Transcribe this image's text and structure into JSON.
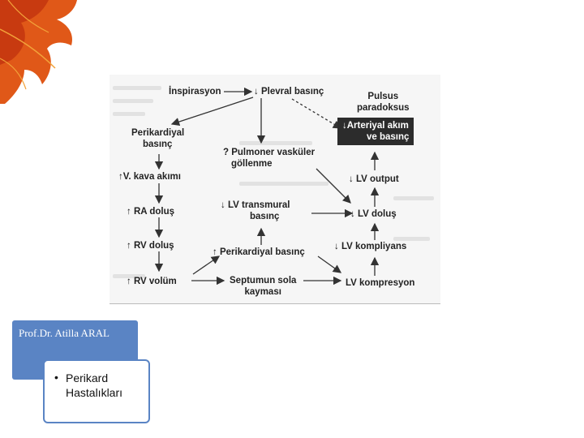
{
  "slide": {
    "author": "Prof.Dr. Atilla ARAL",
    "topic_bullet": "•",
    "topic_line1": "Perikard",
    "topic_line2": "Hastalıkları"
  },
  "diagram": {
    "inspirasyon": "İnspirasyon",
    "plevral": "Plevral basınç",
    "pulsus_1": "Pulsus",
    "pulsus_2": "paradoksus",
    "arteriyal_1": "Arteriyal akım",
    "arteriyal_2": "ve basınç",
    "perikardiyal_1": "Perikardiyal",
    "perikardiyal_2": "basınç",
    "pulmoner_1": "? Pulmoner vasküler",
    "pulmoner_2": "göllenme",
    "vkava": "V. kava akımı",
    "lv_output": "LV output",
    "transmural_1": "LV transmural",
    "transmural_2": "basınç",
    "ra": "RA doluş",
    "lv_dolus": "LV doluş",
    "rv": "RV doluş",
    "perikardiyal_b": "Perikardiyal basınç",
    "lv_kompliyans": "LV kompliyans",
    "rv_volum": "RV volüm",
    "septum_1": "Septumun sola",
    "septum_2": "kayması",
    "lv_kompresyon": "LV kompresyon",
    "up": "↑",
    "down": "↓"
  },
  "colors": {
    "accent": "#5a84c4",
    "dark_box": "#2c2c2c"
  }
}
